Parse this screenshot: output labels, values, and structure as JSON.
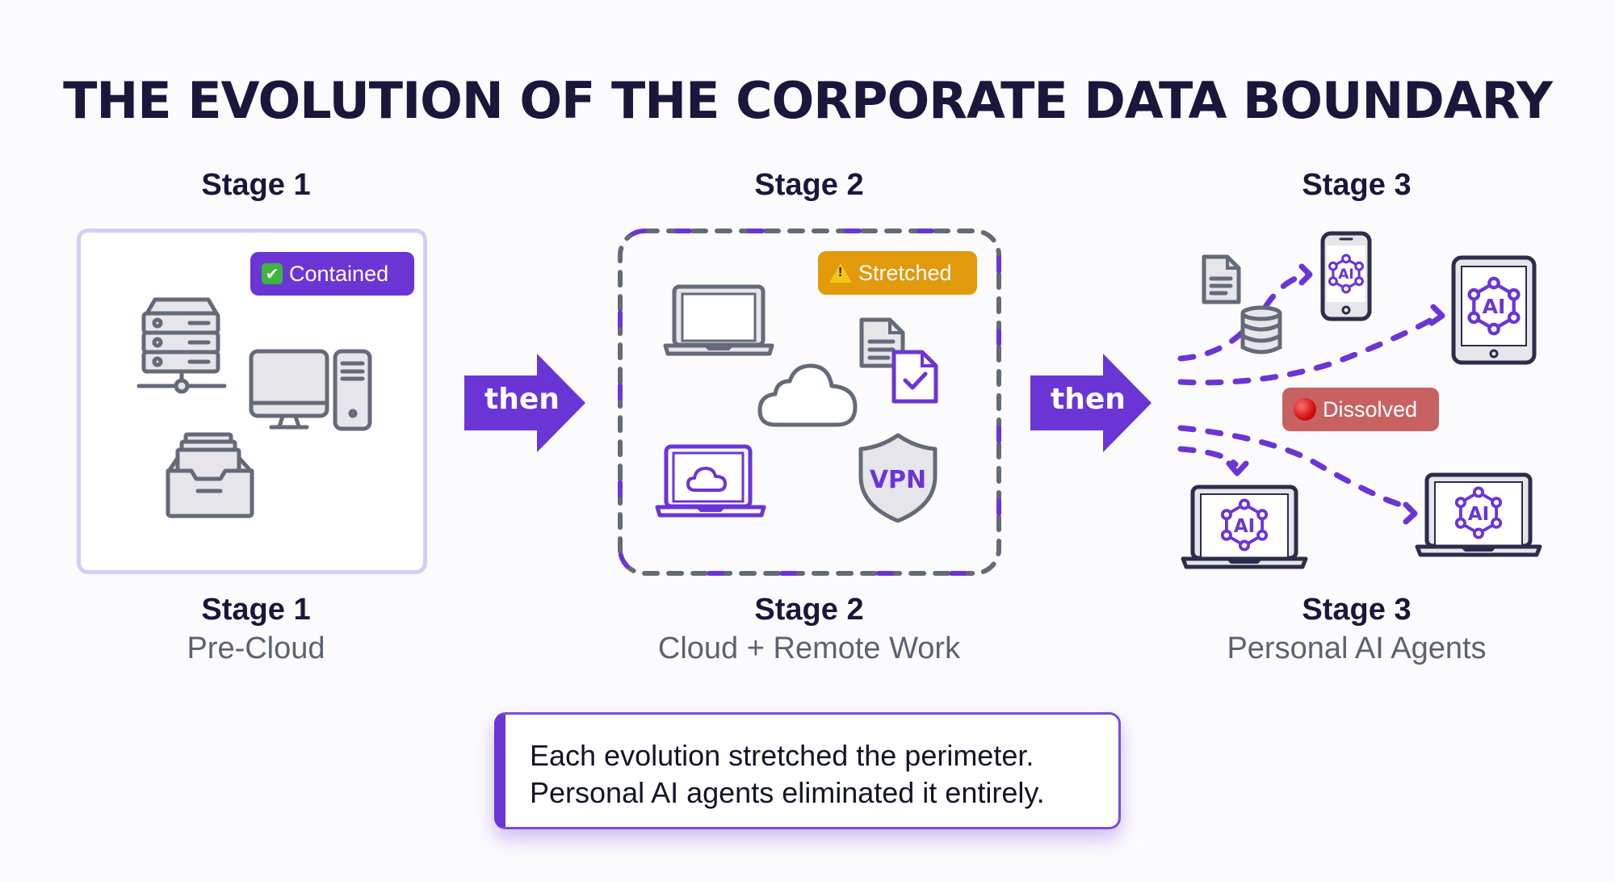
{
  "title": "THE EVOLUTION OF THE CORPORATE DATA BOUNDARY",
  "colors": {
    "primary_purple": "#6b35d6",
    "dark_navy": "#19173b",
    "icon_gray": "#656a78",
    "light_border": "#d4cdf7",
    "amber": "#e09a0c",
    "muted_red": "#c86262"
  },
  "stages": [
    {
      "heading": "Stage 1",
      "footer_title": "Stage 1",
      "footer_subtitle": "Pre-Cloud",
      "badge": {
        "emoji": "✔",
        "emoji_name": "check-mark-button-icon",
        "label": "Contained"
      },
      "icons": [
        "server-rack-icon",
        "desktop-computer-icon",
        "file-drawer-icon"
      ]
    },
    {
      "heading": "Stage 2",
      "footer_title": "Stage 2",
      "footer_subtitle": "Cloud + Remote Work",
      "badge": {
        "emoji": "!",
        "emoji_name": "warning-icon",
        "label": "Stretched"
      },
      "icons": [
        "laptop-icon",
        "cloud-icon",
        "shared-documents-icon",
        "cloud-laptop-icon",
        "vpn-shield-icon"
      ],
      "vpn_text": "VPN"
    },
    {
      "heading": "Stage 3",
      "footer_title": "Stage 3",
      "footer_subtitle": "Personal AI Agents",
      "badge": {
        "emoji": "●",
        "emoji_name": "red-circle-icon",
        "label": "Dissolved"
      },
      "icons": [
        "document-icon",
        "database-icon",
        "ai-phone-icon",
        "ai-tablet-icon",
        "ai-laptop-icon",
        "ai-laptop-icon"
      ],
      "ai_text": "AI"
    }
  ],
  "arrows": [
    {
      "label": "then"
    },
    {
      "label": "then"
    }
  ],
  "summary": {
    "line1": "Each evolution stretched the perimeter.",
    "line2": "Personal AI agents eliminated it entirely."
  }
}
